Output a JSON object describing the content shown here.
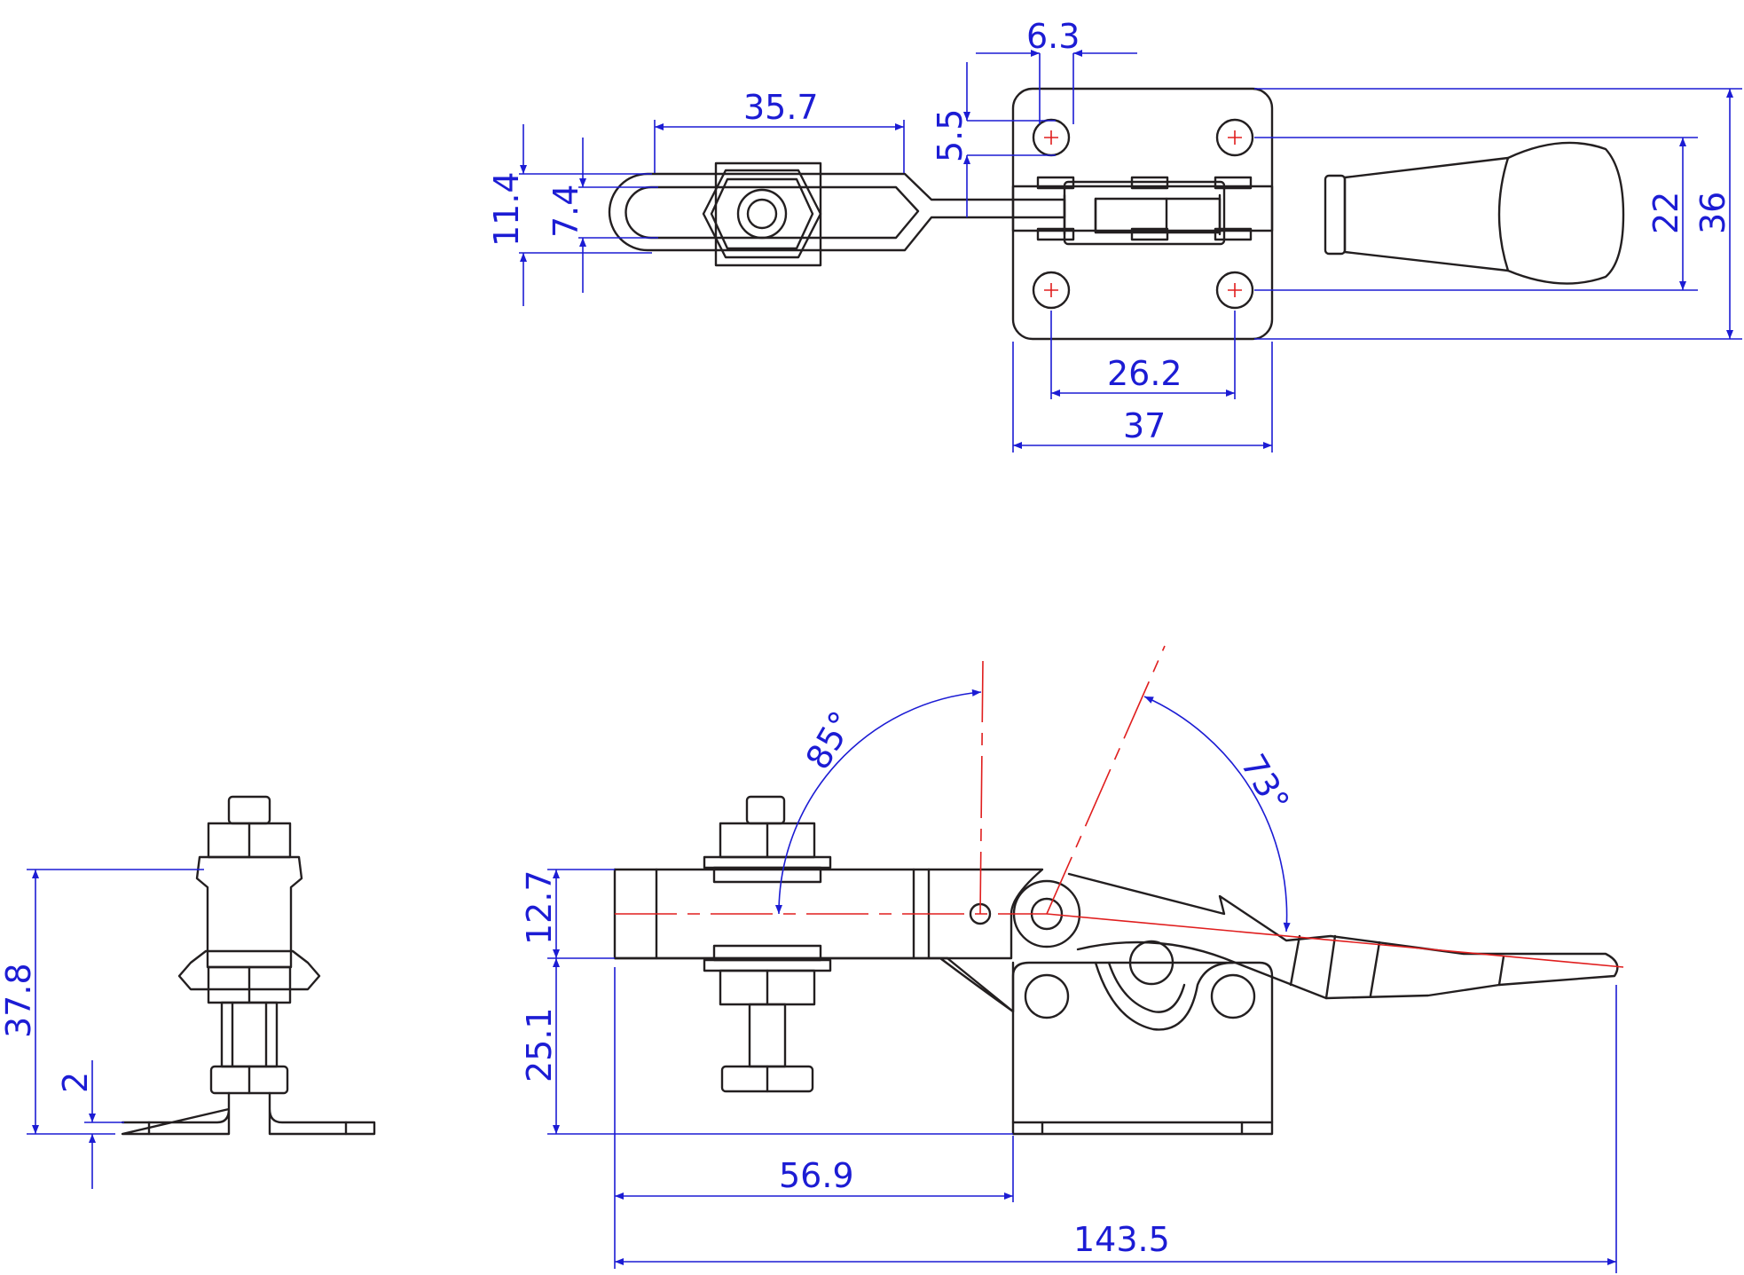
{
  "drawing": {
    "colors": {
      "part": "#231f20",
      "dimension": "#1c1cd4",
      "centerline": "#e01e1e",
      "background": "#ffffff"
    },
    "top_view": {
      "dims": {
        "hole_dia": "6.3",
        "hole_offset": "5.5",
        "spindle_length": "35.7",
        "arm_width_outer": "11.4",
        "slot_width": "7.4",
        "hole_spacing_x": "26.2",
        "base_length": "37",
        "hole_spacing_y": "22",
        "base_width": "36"
      }
    },
    "side_view": {
      "dims": {
        "spindle_height": "12.7",
        "base_height": "25.1",
        "to_pivot": "56.9",
        "overall_length": "143.5",
        "bar_open_angle": "85°",
        "handle_open_angle": "73°"
      }
    },
    "end_view": {
      "dims": {
        "overall_height": "37.8",
        "base_thickness": "2"
      }
    }
  }
}
